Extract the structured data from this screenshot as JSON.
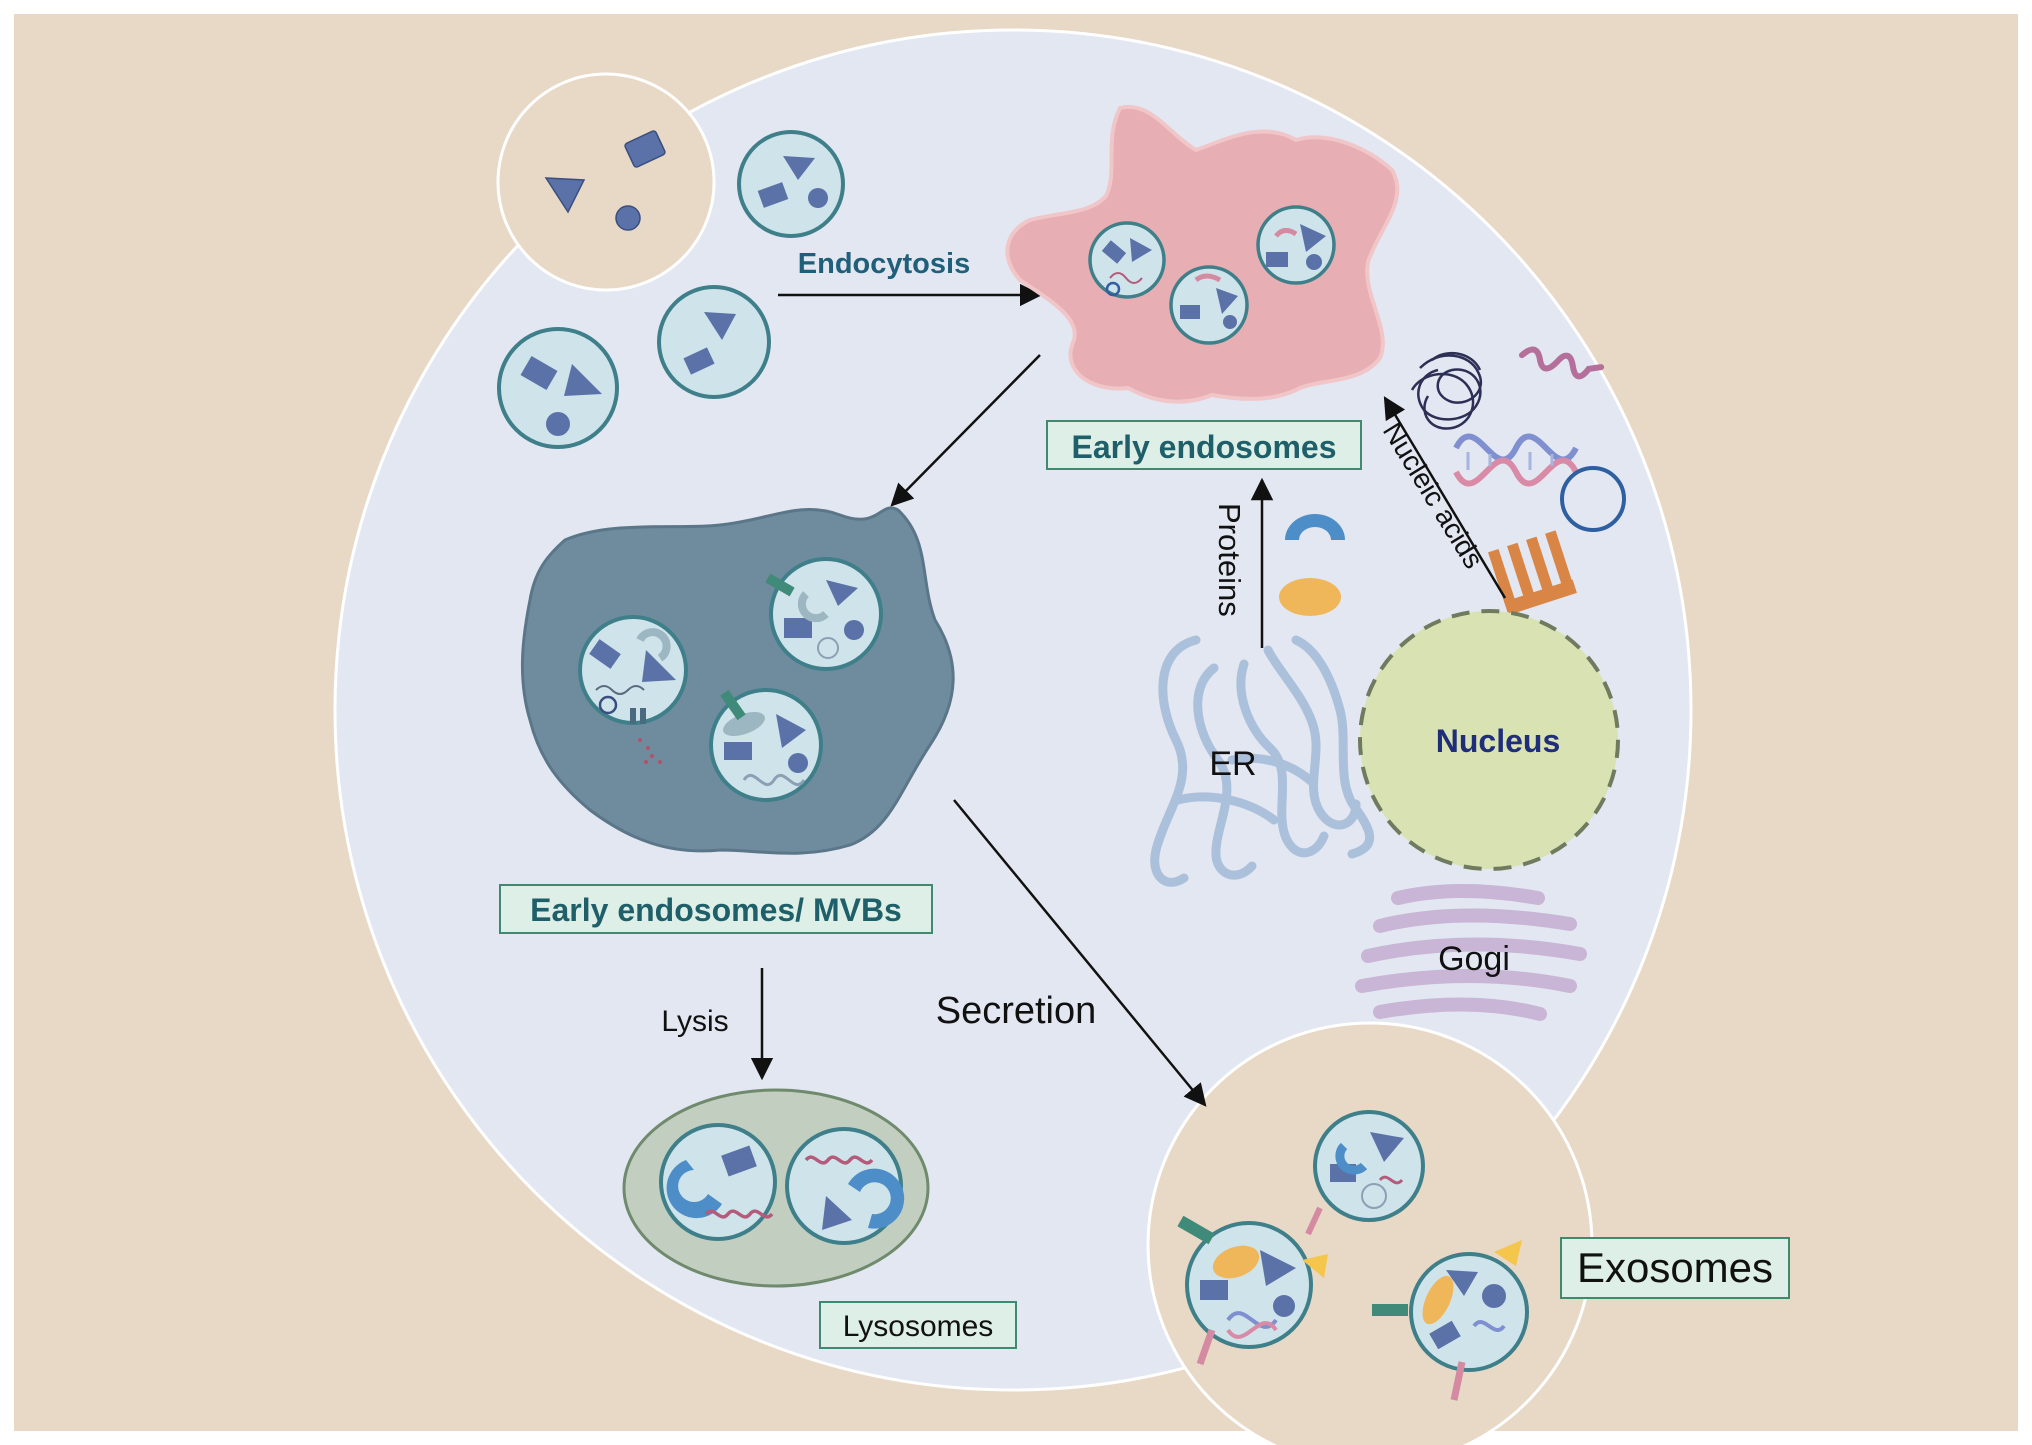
{
  "labels": {
    "endocytosis": "Endocytosis",
    "early_endosomes": "Early endosomes",
    "proteins": "Proteins",
    "nucleic_acids": "Nucleic acids",
    "nucleus": "Nucleus",
    "er": "ER",
    "golgi": "Gogi",
    "early_endosomes_mvbs": "Early endosomes/ MVBs",
    "lysis": "Lysis",
    "secretion": "Secretion",
    "lysosomes": "Lysosomes",
    "exosomes": "Exosomes"
  },
  "colors": {
    "background": "#e8d8c6",
    "cell": "#e2e7f1",
    "vesicle_fill": "#cfe3ea",
    "vesicle_stroke": "#3e7f8a",
    "cargo": "#5a72a8",
    "early_endosome_body": "#e7aeb3",
    "mvb_body": "#6f8c9e",
    "lysosome_body": "#c2cfc0",
    "nucleus_fill": "#d9e2b3",
    "er_fill": "#b0c4dc",
    "golgi_fill": "#c9b5d5",
    "label_box_fill": "#ddefe6",
    "label_box_stroke": "#3f8a6e",
    "teal_text": "#1f5f6a",
    "navy_text": "#1f2d7a",
    "protein_blue": "#4d8ec9",
    "protein_yellow": "#f0b65a",
    "comb_orange": "#d98546",
    "receptor_yellow": "#f4c64b",
    "receptor_green": "#3f8a78"
  }
}
